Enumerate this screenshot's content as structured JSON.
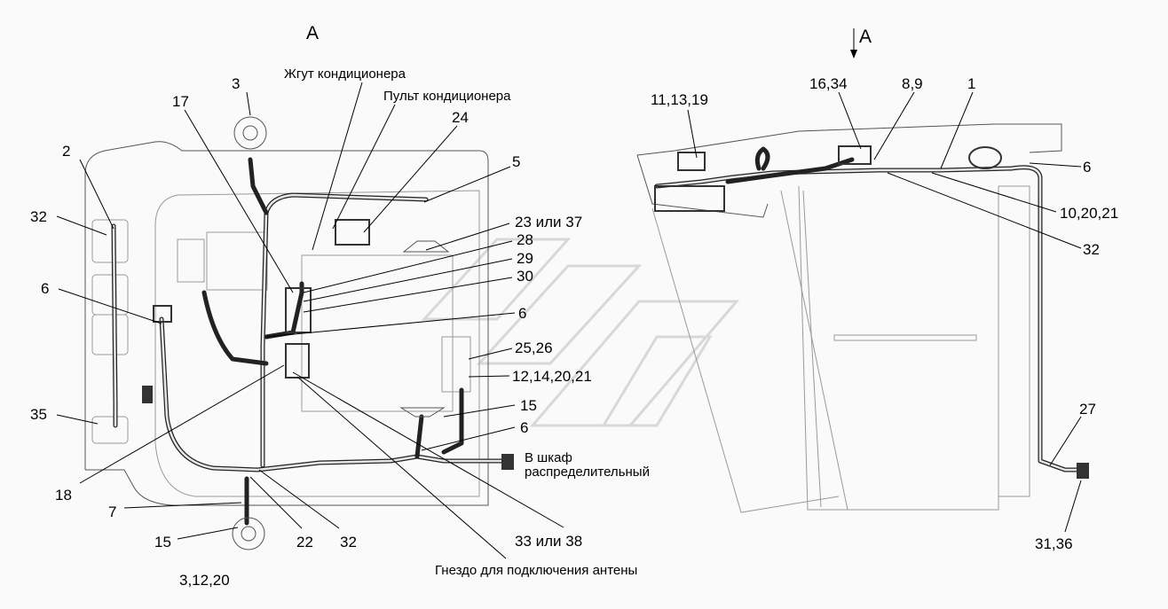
{
  "view_labels": {
    "left": "А",
    "right": "А"
  },
  "notes": {
    "harness": "Жгут кондиционера",
    "panel": "Пульт кондиционера",
    "to_cabinet_1": "В шкаф",
    "to_cabinet_2": "распределительный",
    "antenna": "Гнездо для подключения антены"
  },
  "left_callouts": {
    "c2": "2",
    "c32a": "32",
    "c6a": "6",
    "c35": "35",
    "c18": "18",
    "c7": "7",
    "c15a": "15",
    "c3b": "3,12,20",
    "c22": "22",
    "c32b": "32",
    "c3a": "3",
    "c17": "17",
    "c24": "24",
    "c5": "5",
    "c23": "23 или 37",
    "c28": "28",
    "c29": "29",
    "c30": "30",
    "c6b": "6",
    "c25": "25,26",
    "c12": "12,14,20,21",
    "c15b": "15",
    "c6c": "6",
    "c33": "33 или 38"
  },
  "right_callouts": {
    "c11": "11,13,19",
    "c16": "16,34",
    "c8": "8,9",
    "c1": "1",
    "c6": "6",
    "c10": "10,20,21",
    "c32": "32",
    "c27": "27",
    "c31": "31,36"
  }
}
